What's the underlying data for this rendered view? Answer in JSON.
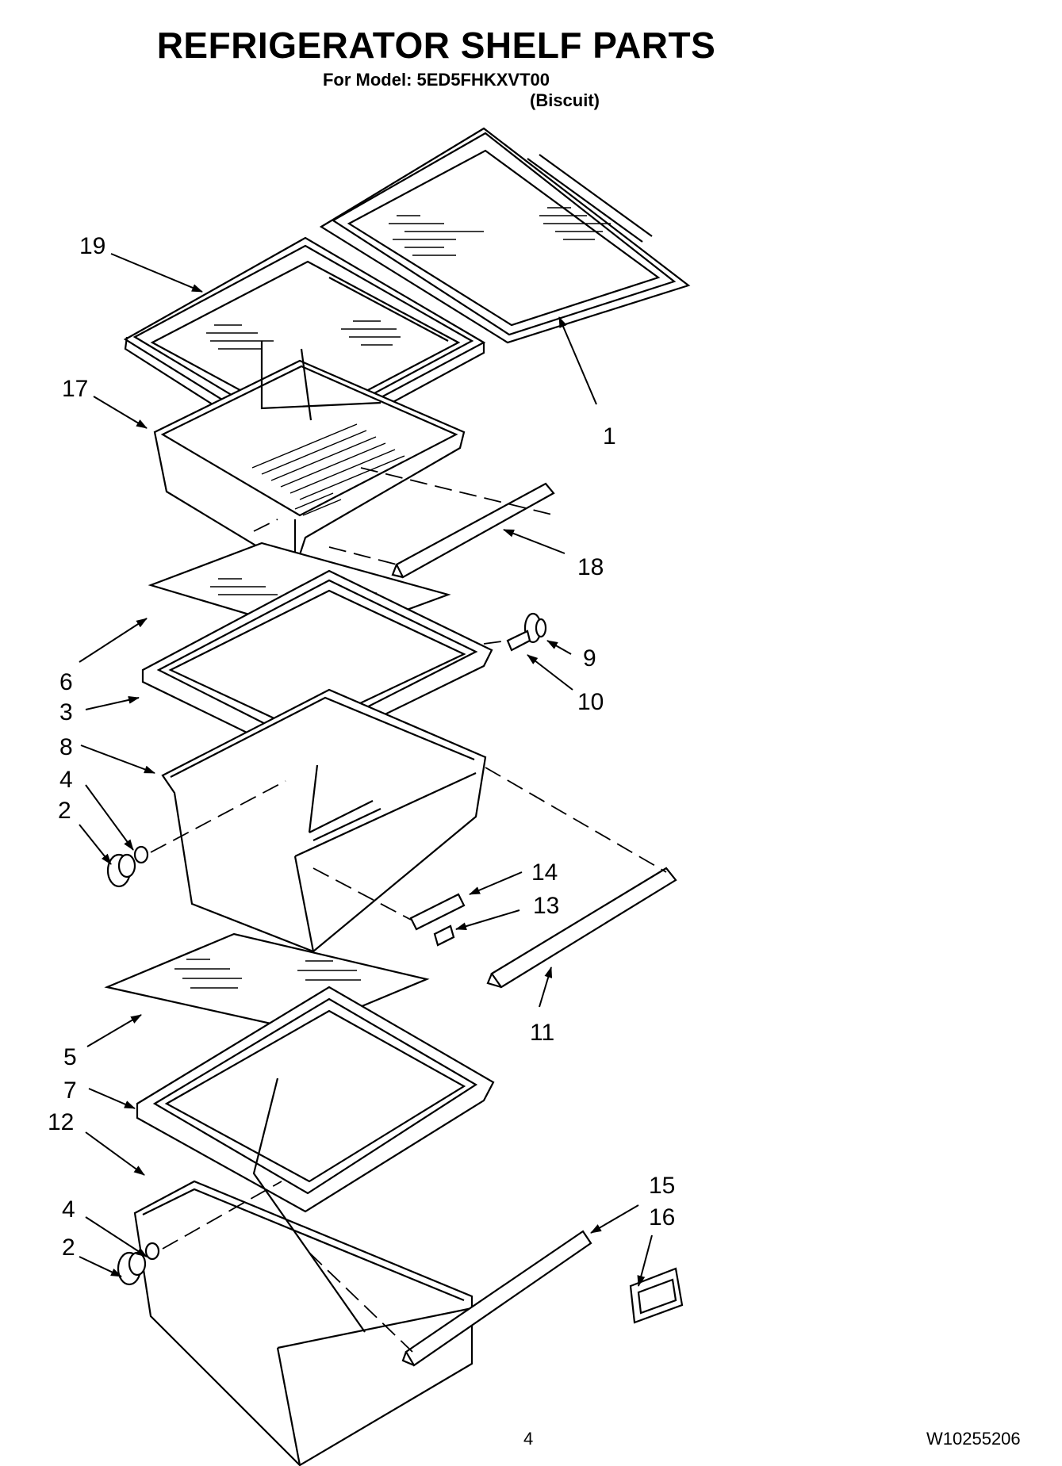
{
  "header": {
    "title": "REFRIGERATOR SHELF PARTS",
    "model_line": "For Model: 5ED5FHKXVT00",
    "color_line": "(Biscuit)"
  },
  "footer": {
    "page_number": "4",
    "doc_number": "W10255206"
  },
  "callouts": {
    "c1": "1",
    "c2a": "2",
    "c2b": "2",
    "c3": "3",
    "c4a": "4",
    "c4b": "4",
    "c5": "5",
    "c6": "6",
    "c7": "7",
    "c8": "8",
    "c9": "9",
    "c10": "10",
    "c11": "11",
    "c12": "12",
    "c13": "13",
    "c14": "14",
    "c15": "15",
    "c16": "16",
    "c17": "17",
    "c18": "18",
    "c19": "19"
  }
}
